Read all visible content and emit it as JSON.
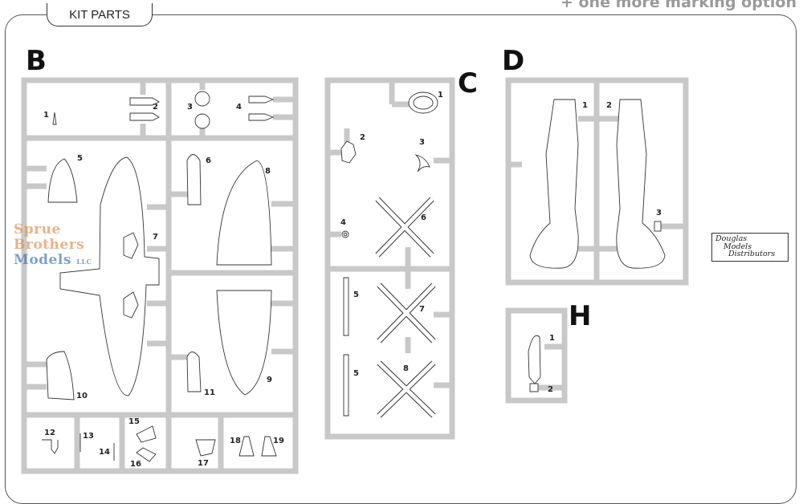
{
  "header": {
    "tab_label": "KIT PARTS",
    "note": "+ one more marking option"
  },
  "sprues": [
    {
      "letter": "B",
      "parts": [
        "1",
        "2",
        "3",
        "4",
        "5",
        "6",
        "7",
        "8",
        "9",
        "10",
        "11",
        "12",
        "13",
        "14",
        "15",
        "16",
        "17",
        "18",
        "19"
      ]
    },
    {
      "letter": "C",
      "parts": [
        "1",
        "2",
        "3",
        "4",
        "5",
        "5",
        "6",
        "7",
        "8"
      ]
    },
    {
      "letter": "D",
      "parts": [
        "1",
        "2",
        "3"
      ]
    },
    {
      "letter": "H",
      "parts": [
        "1",
        "2"
      ]
    }
  ],
  "watermark": {
    "line1": "Sprue",
    "line2": "Brothers",
    "line3": "Models",
    "suffix": "LLC",
    "colors": {
      "line1": "#e08a4a",
      "line2": "#e08a4a",
      "line3": "#3a6fb0"
    }
  },
  "distributor_logo": {
    "line1": "Douglas",
    "line2": "Models",
    "line3": "Distributors"
  },
  "colors": {
    "sprue": "#c8c8c8",
    "outline": "#333333",
    "text": "#111111"
  }
}
